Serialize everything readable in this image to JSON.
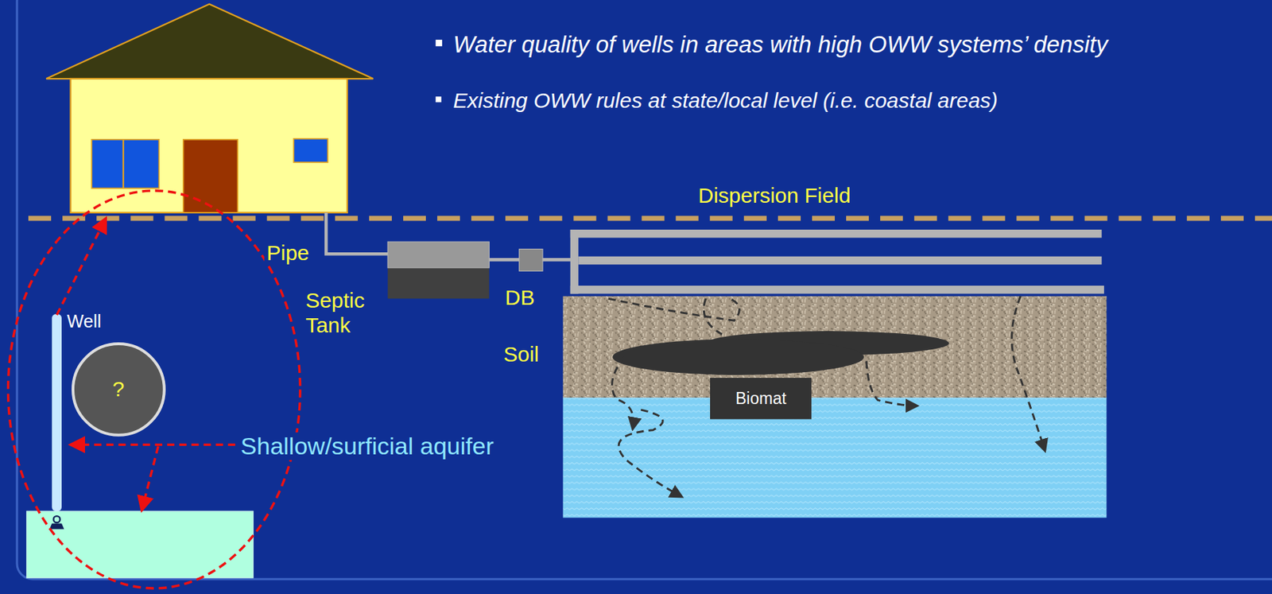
{
  "diagram": {
    "nodes": [
      {
        "text": [
          "?"
        ]
      },
      {
        "text": [
          "Biomat"
        ]
      }
    ],
    "labels": [
      "Water quality of wells in areas with high OWW systems’ density",
      "Existing OWW rules at state/local level (i.e. coastal areas)",
      "Dispersion Field",
      "Pipe",
      "Septic Tank",
      "DB",
      "Soil",
      "Well",
      "Shallow/surficial aquifer"
    ]
  }
}
